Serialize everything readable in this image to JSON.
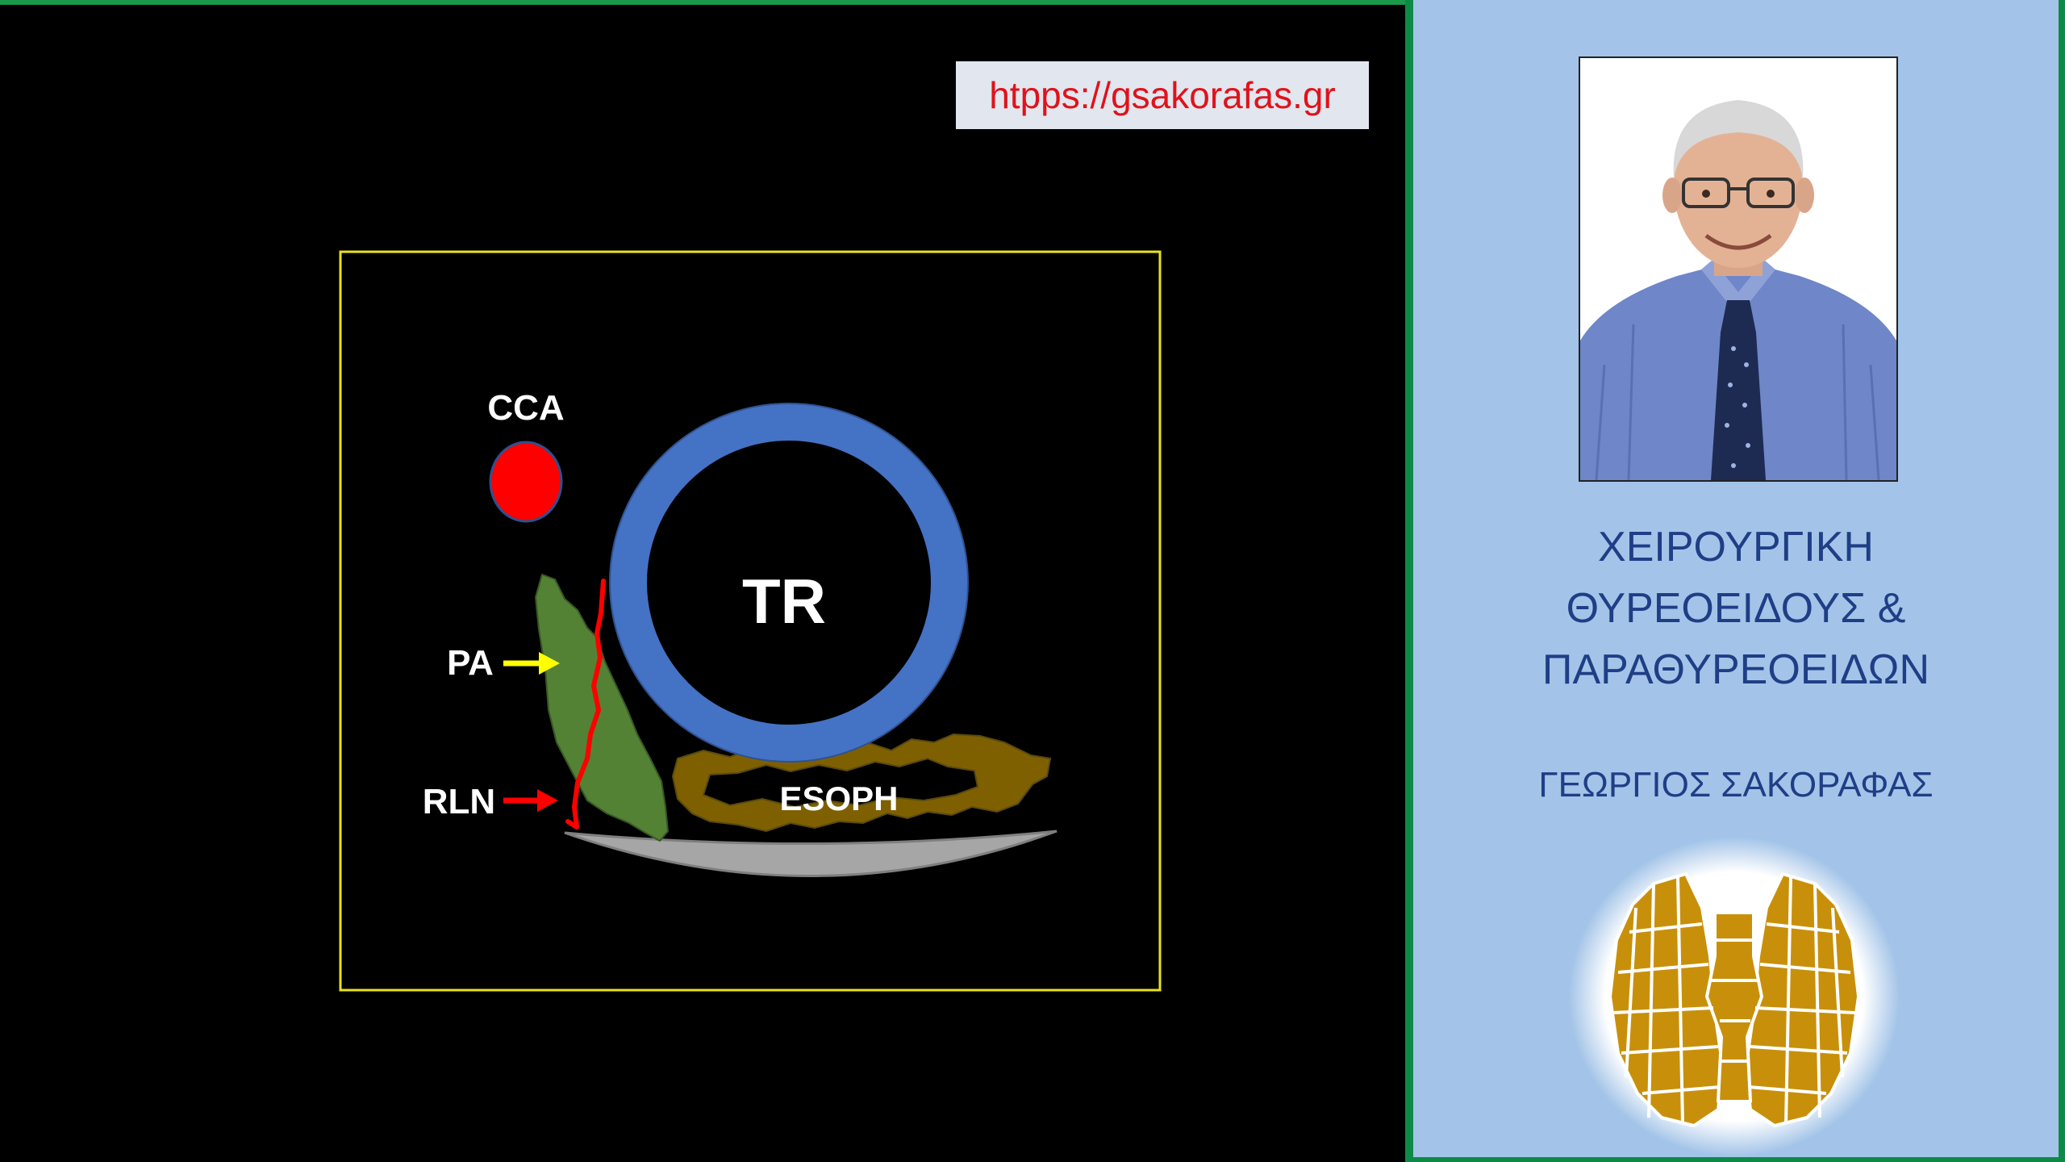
{
  "url_label": "htpps://gsakorafas.gr",
  "diagram": {
    "labels": {
      "cca": "CCA",
      "tr": "TR",
      "pa": "PA",
      "rln": "RLN",
      "esoph": "ESOPH"
    },
    "colors": {
      "frame": "#e8e21c",
      "cca": "#ff0000",
      "trachea_ring": "#4472c4",
      "parathyroid": "#548235",
      "nerve": "#ff0000",
      "esophagus": "#7f6000",
      "vertebra": "#a6a6a6",
      "pa_arrow": "#ffff00",
      "rln_arrow": "#ff0000"
    }
  },
  "sidebar": {
    "title_lines": [
      "ΧΕΙΡΟΥΡΓΙΚΗ",
      "ΘΥΡΕΟΕΙΔΟΥΣ &",
      "ΠΑΡΑΘΥΡΕΟΕΙΔΩΝ"
    ],
    "author": "ΓΕΩΡΓΙΟΣ ΣΑΚΟΡΑΦΑΣ",
    "portrait_icon": "person-portrait-icon",
    "logo_icon": "thyroid-gland-icon",
    "colors": {
      "background": "#a3c4e8",
      "text": "#1f3e86",
      "logo_gold": "#c8900a"
    }
  }
}
